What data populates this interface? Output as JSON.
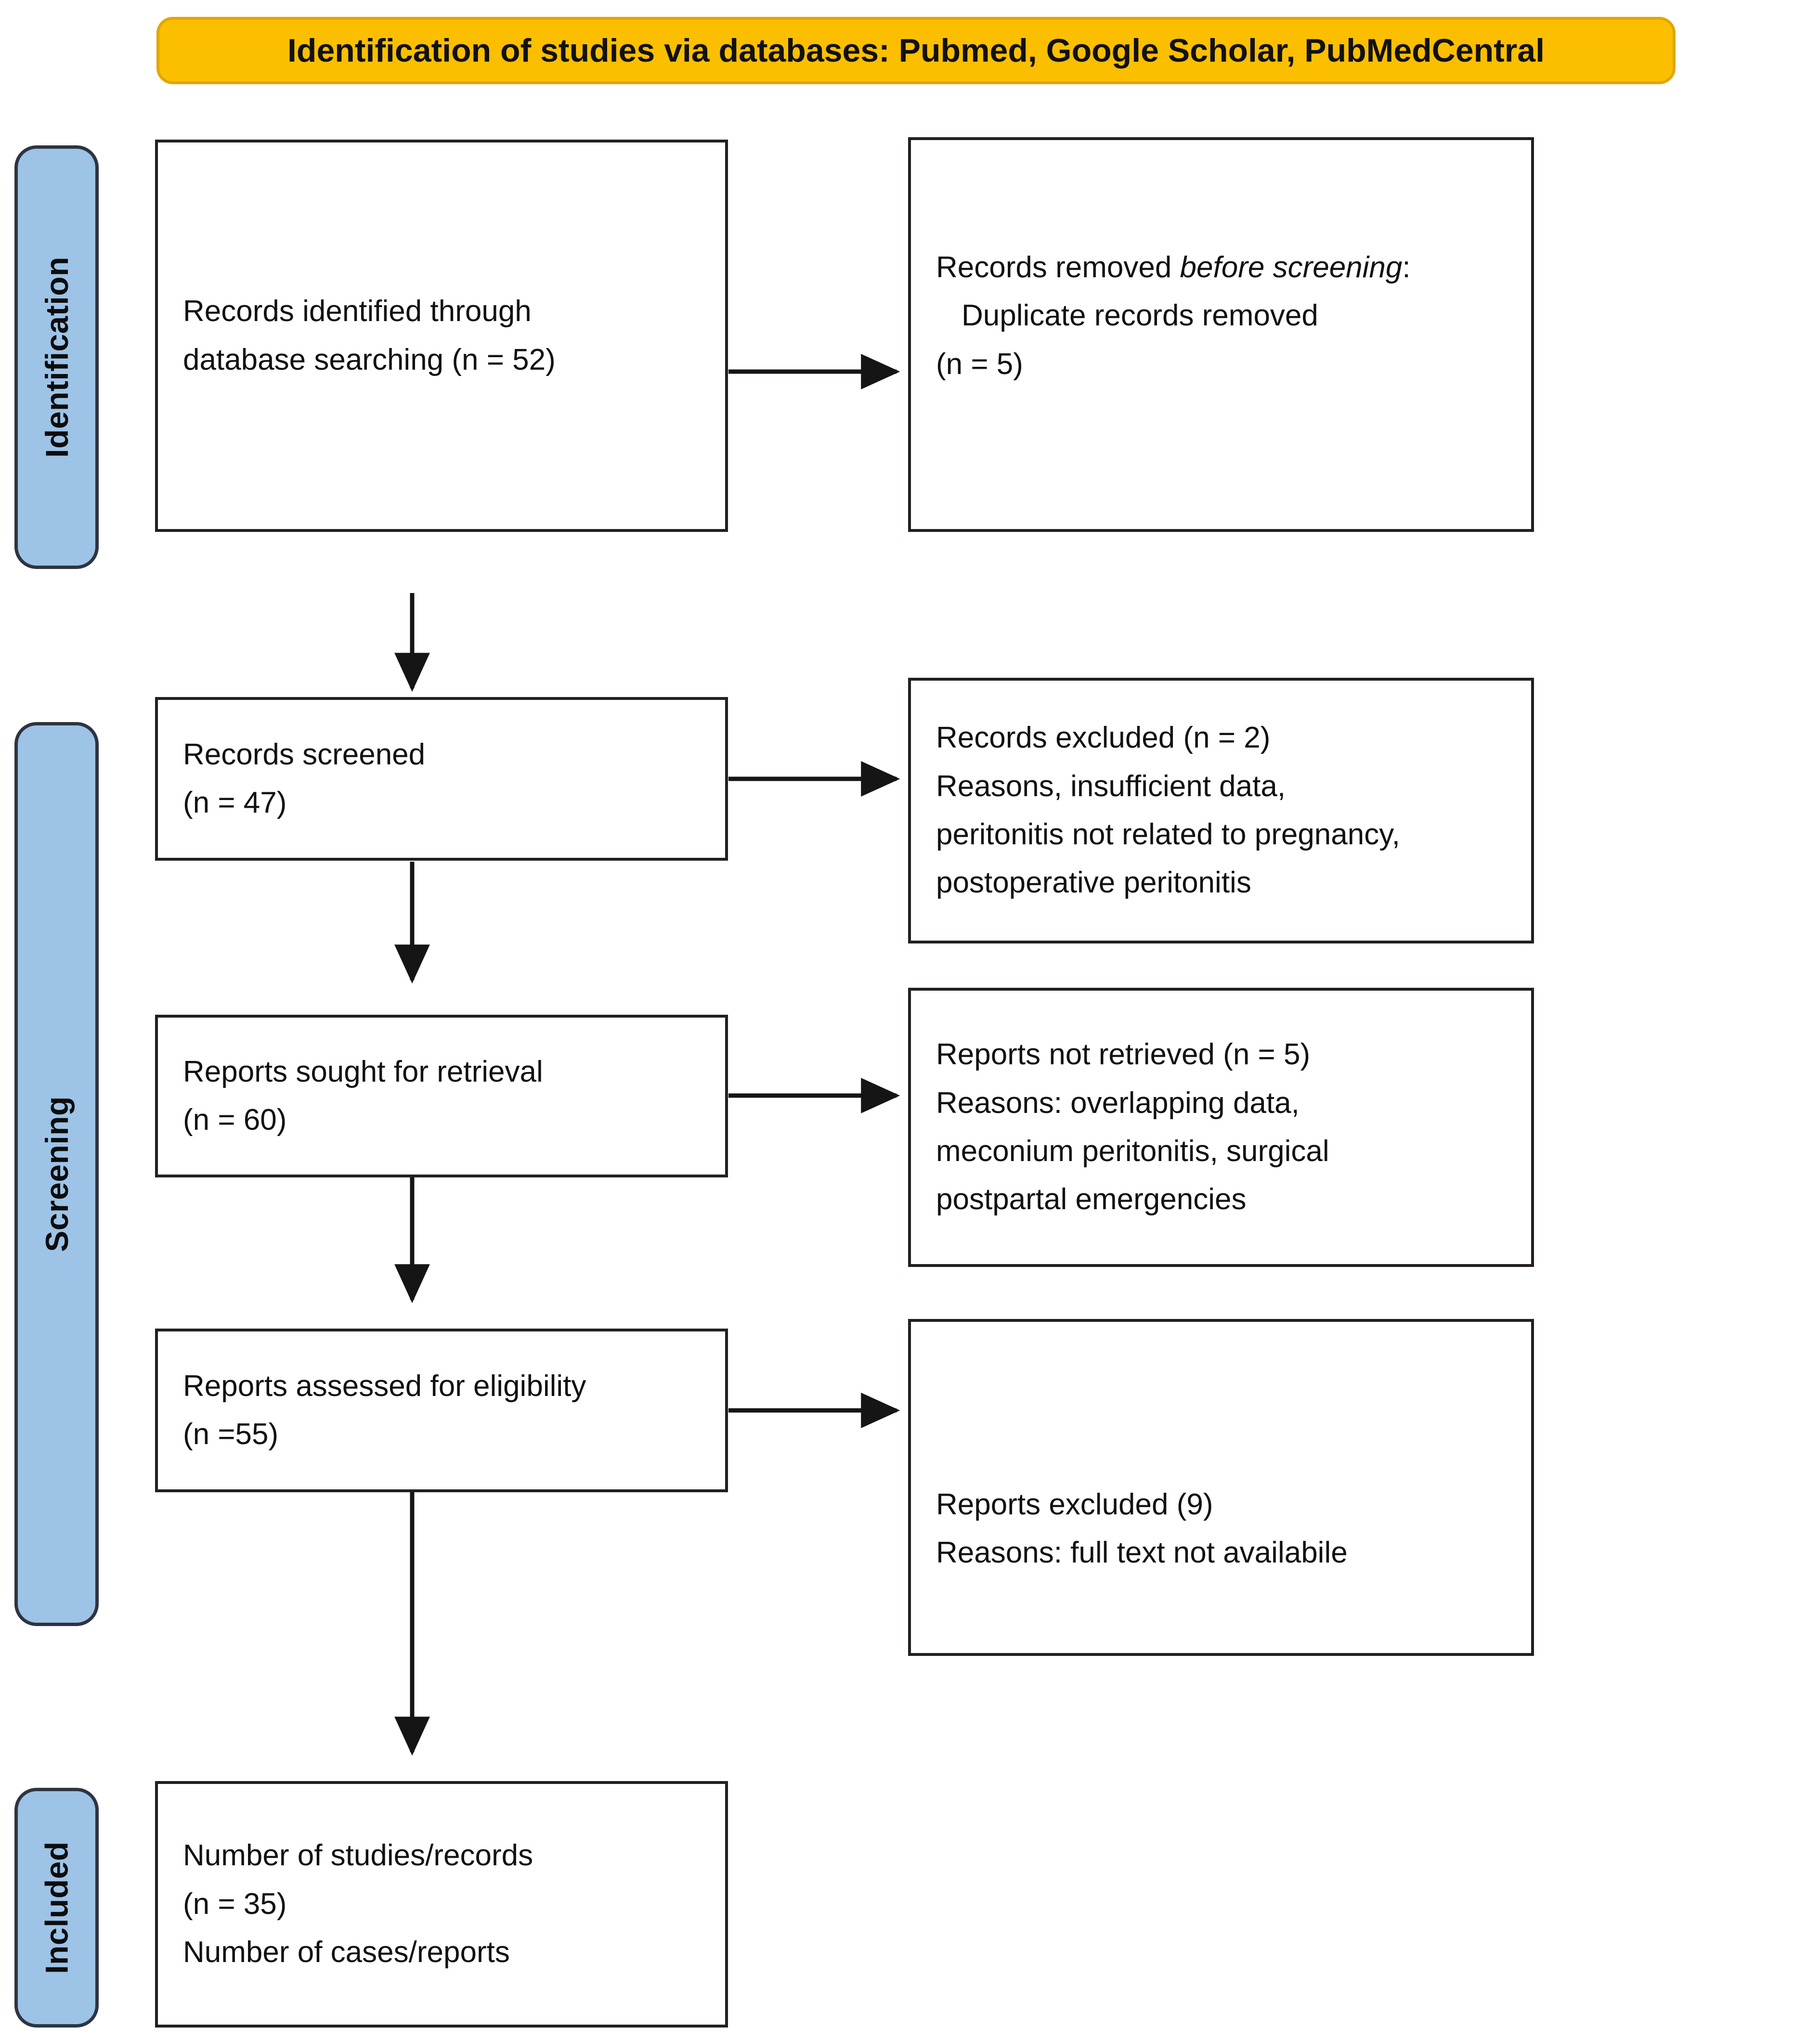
{
  "banner": {
    "text": "Identification of studies via databases: Pubmed, Google Scholar, PubMedCentral",
    "fill": "#FBBF00",
    "border": "#E2A600"
  },
  "phases": {
    "fill": "#9DC3E6",
    "border": "#2E3440",
    "items": [
      {
        "id": "identification",
        "label": "Identification"
      },
      {
        "id": "screening",
        "label": "Screening"
      },
      {
        "id": "included",
        "label": "Included"
      }
    ]
  },
  "boxes": {
    "identified": {
      "lines": [
        "Records identified through",
        "database searching (n = 52)"
      ]
    },
    "removed_before_screening": {
      "lines": [
        "Records removed ",
        "Duplicate records removed",
        "(n = 5)"
      ],
      "emphasis": "before screening",
      "suffix": ":"
    },
    "records_screened": {
      "lines": [
        "Records screened",
        "(n = 47)"
      ]
    },
    "records_excluded": {
      "lines": [
        "Records excluded (n = 2)",
        "Reasons, insufficient data,",
        "peritonitis not related to pregnancy,",
        "postoperative peritonitis"
      ]
    },
    "reports_sought": {
      "lines": [
        "Reports sought for retrieval",
        "(n = 60)"
      ]
    },
    "reports_not_retrieved": {
      "lines": [
        "Reports not retrieved (n = 5)",
        "Reasons: overlapping data,",
        "meconium peritonitis, surgical",
        "postpartal emergencies"
      ]
    },
    "reports_assessed": {
      "lines": [
        "Reports assessed for eligibility",
        "(n =55)"
      ]
    },
    "reports_excluded": {
      "lines": [
        "Reports excluded (9)",
        "Reasons: full text not availabile"
      ]
    },
    "included_studies": {
      "lines": [
        "Number of studies/records",
        "(n = 35)",
        "Number of cases/reports"
      ]
    }
  },
  "connectors": {
    "stroke": "#151515",
    "arrows": [
      {
        "id": "identified-to-removed",
        "direction": "right"
      },
      {
        "id": "identified-to-screened",
        "direction": "down"
      },
      {
        "id": "screened-to-excluded",
        "direction": "right"
      },
      {
        "id": "screened-to-sought",
        "direction": "down"
      },
      {
        "id": "sought-to-not-retrieved",
        "direction": "right"
      },
      {
        "id": "sought-to-assessed",
        "direction": "down"
      },
      {
        "id": "assessed-to-excluded",
        "direction": "right"
      },
      {
        "id": "assessed-to-included",
        "direction": "down"
      }
    ]
  }
}
